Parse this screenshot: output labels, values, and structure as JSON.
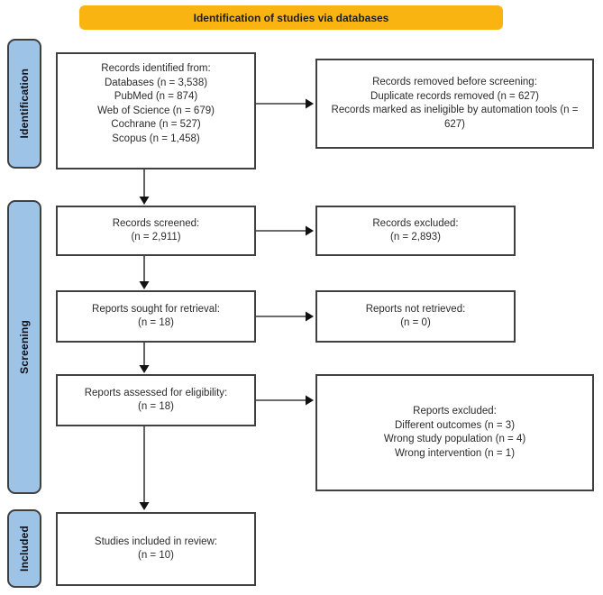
{
  "banner": {
    "title": "Identification of studies via databases"
  },
  "stages": {
    "identification": "Identification",
    "screening": "Screening",
    "included": "Included"
  },
  "boxes": {
    "records_identified": {
      "lines": [
        "Records identified from:",
        "Databases (n = 3,538)",
        "PubMed (n = 874)",
        "Web of Science (n = 679)",
        "Cochrane (n = 527)",
        "Scopus (n = 1,458)"
      ]
    },
    "records_removed": {
      "lines": [
        "Records removed before screening:",
        "Duplicate records removed (n = 627)",
        "Records marked as ineligible by automation tools (n = 627)"
      ]
    },
    "records_screened": {
      "lines": [
        "Records screened:",
        "(n = 2,911)"
      ]
    },
    "records_excluded": {
      "lines": [
        "Records excluded:",
        "(n = 2,893)"
      ]
    },
    "reports_sought": {
      "lines": [
        "Reports sought for retrieval:",
        "(n = 18)"
      ]
    },
    "reports_not_retrieved": {
      "lines": [
        "Reports not retrieved:",
        "(n = 0)"
      ]
    },
    "reports_assessed": {
      "lines": [
        "Reports assessed for eligibility:",
        "(n = 18)"
      ]
    },
    "reports_excluded": {
      "lines": [
        "Reports excluded:",
        "Different outcomes (n = 3)",
        "Wrong study population (n = 4)",
        "Wrong intervention (n = 1)"
      ]
    },
    "studies_included": {
      "lines": [
        "Studies included in review:",
        "(n = 10)"
      ]
    }
  },
  "colors": {
    "banner_bg": "#F9B411",
    "stage_bg": "#9DC3E6",
    "box_border": "#404040",
    "text": "#2B2B2B"
  }
}
